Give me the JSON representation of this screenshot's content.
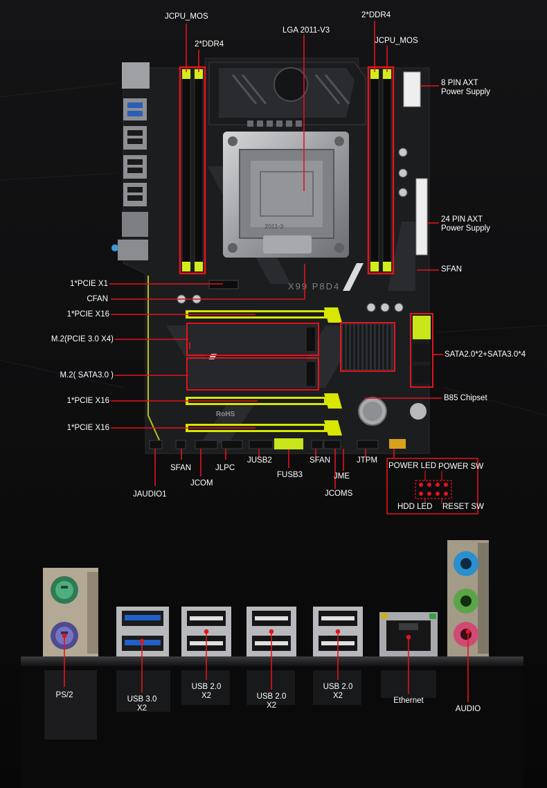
{
  "colors": {
    "background": "#0b0b0c",
    "pcb": "#1c1d1f",
    "callout_red": "#e3141b",
    "slot_yellow": "#d8e600",
    "highlight_yellow": "#d4ec1c",
    "label_white": "#ffffff"
  },
  "board": {
    "silkscreen": "X99 P8D4",
    "rohs_mark": "RoHS",
    "socket_mark": "2011-3"
  },
  "labels": {
    "jcpu_mos_left": "JCPU_MOS",
    "ddr4_left": "2*DDR4",
    "lga": "LGA 2011-V3",
    "ddr4_right": "2*DDR4",
    "jcpu_mos_right": "JCPU_MOS",
    "power8": "8 PIN AXT\nPower Supply",
    "power24": "24 PIN AXT\nPower Supply",
    "sfan_right": "SFAN",
    "pcie_x1": "1*PCIE X1",
    "cfan": "CFAN",
    "pcie_x16_1": "1*PCIE X16",
    "m2_pcie": "M.2(PCIE 3.0 X4)",
    "m2_sata": "M.2( SATA3.0 )",
    "pcie_x16_2": "1*PCIE X16",
    "pcie_x16_3": "1*PCIE X16",
    "sata": "SATA2.0*2+SATA3.0*4",
    "chipset": "B85 Chipset",
    "sfan_bottom_left": "SFAN",
    "jcom": "JCOM",
    "jlpc": "JLPC",
    "jusb2": "JUSB2",
    "fusb3": "FUSB3",
    "sfan_bottom_mid": "SFAN",
    "jme": "JME",
    "jcoms": "JCOMS",
    "jtpm": "JTPM",
    "jaudio": "JAUDIO1",
    "power_led": "POWER LED",
    "power_sw": "POWER SW",
    "hdd_led": "HDD LED",
    "reset_sw": "RESET SW"
  },
  "io_labels": {
    "ps2": "PS/2",
    "usb30": "USB 3.0\nX2",
    "usb20_a": "USB 2.0\nX2",
    "usb20_b": "USB 2.0\nX2",
    "usb20_c": "USB 2.0\nX2",
    "ethernet": "Ethernet",
    "audio": "AUDIO"
  },
  "icons": [
    "ps2-port-icon",
    "usb3-port-icon",
    "usb2-port-icon",
    "rj45-port-icon",
    "audio-jack-icon",
    "cpu-socket-icon",
    "dimm-slot-icon",
    "pcie-slot-icon",
    "m2-slot-icon",
    "sata-port-icon",
    "cmos-battery-icon",
    "chipset-heatsink-icon"
  ]
}
